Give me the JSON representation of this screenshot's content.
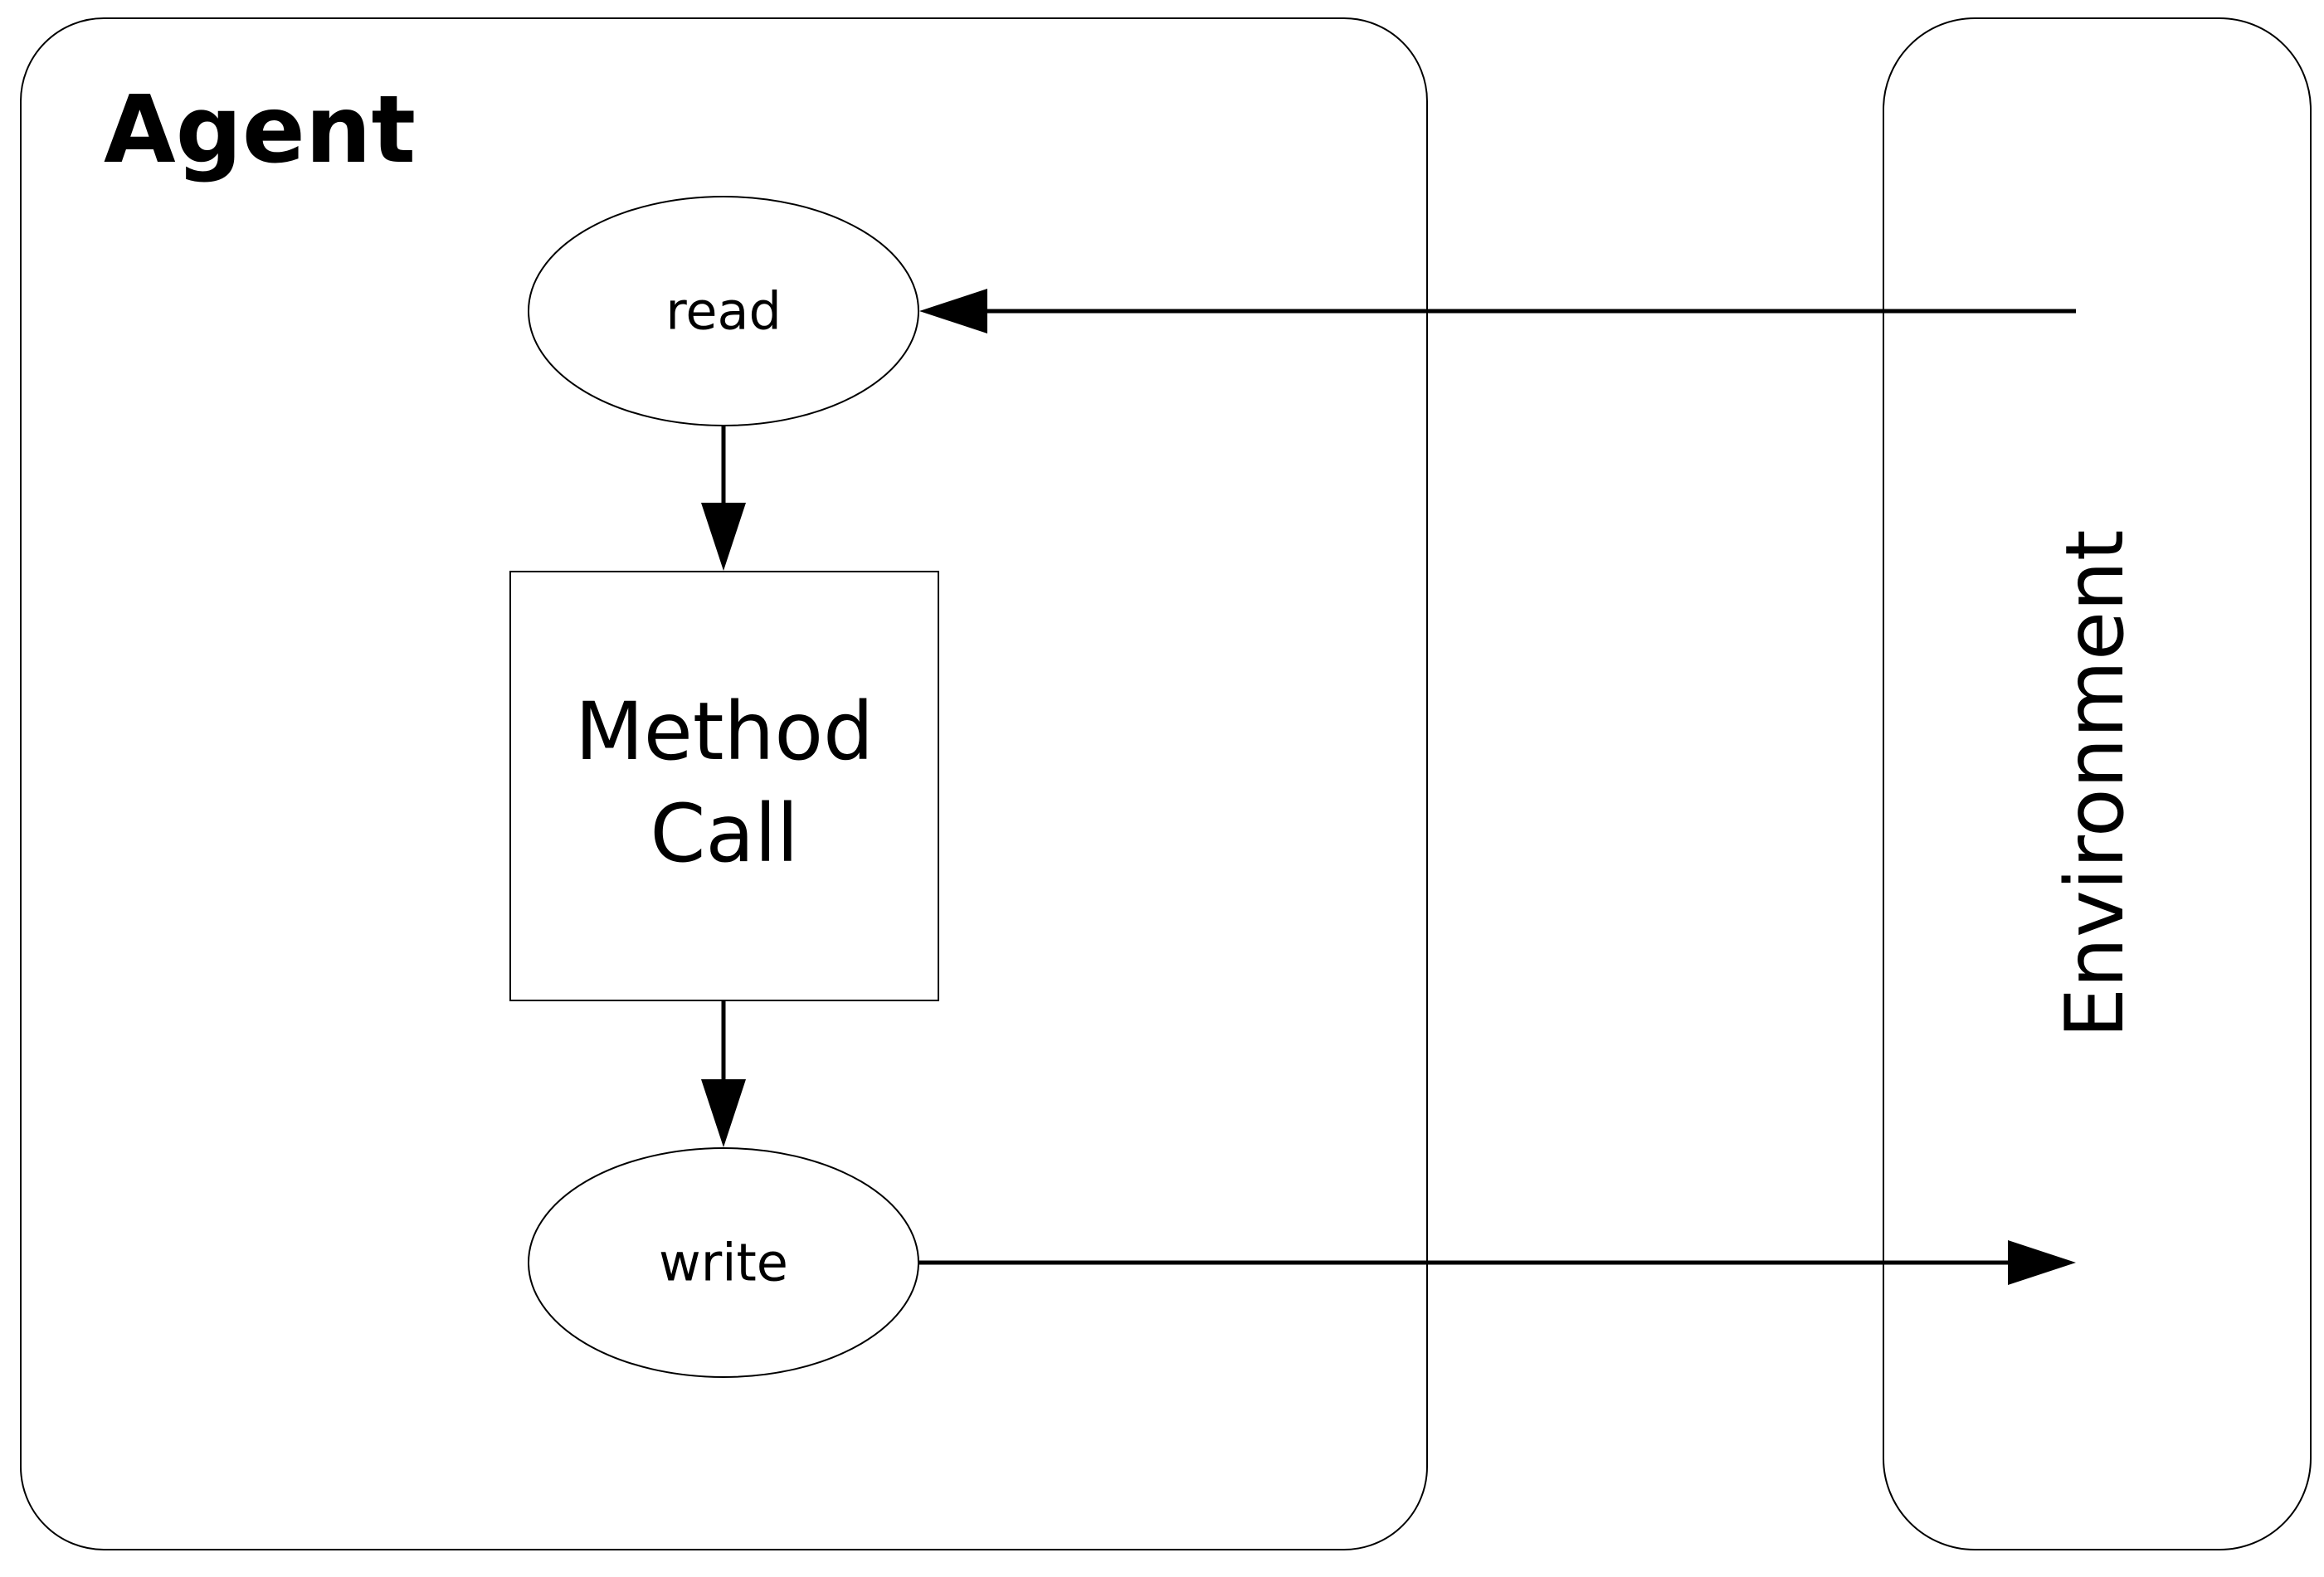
{
  "agent": {
    "title": "Agent"
  },
  "environment": {
    "label": "Environment"
  },
  "nodes": {
    "read": "read",
    "method_call_line1": "Method",
    "method_call_line2": "Call",
    "write": "write"
  },
  "edges": [
    {
      "from": "environment",
      "to": "read"
    },
    {
      "from": "read",
      "to": "method-call"
    },
    {
      "from": "method-call",
      "to": "write"
    },
    {
      "from": "write",
      "to": "environment"
    }
  ],
  "colors": {
    "stroke": "#000000",
    "fill": "#ffffff"
  }
}
